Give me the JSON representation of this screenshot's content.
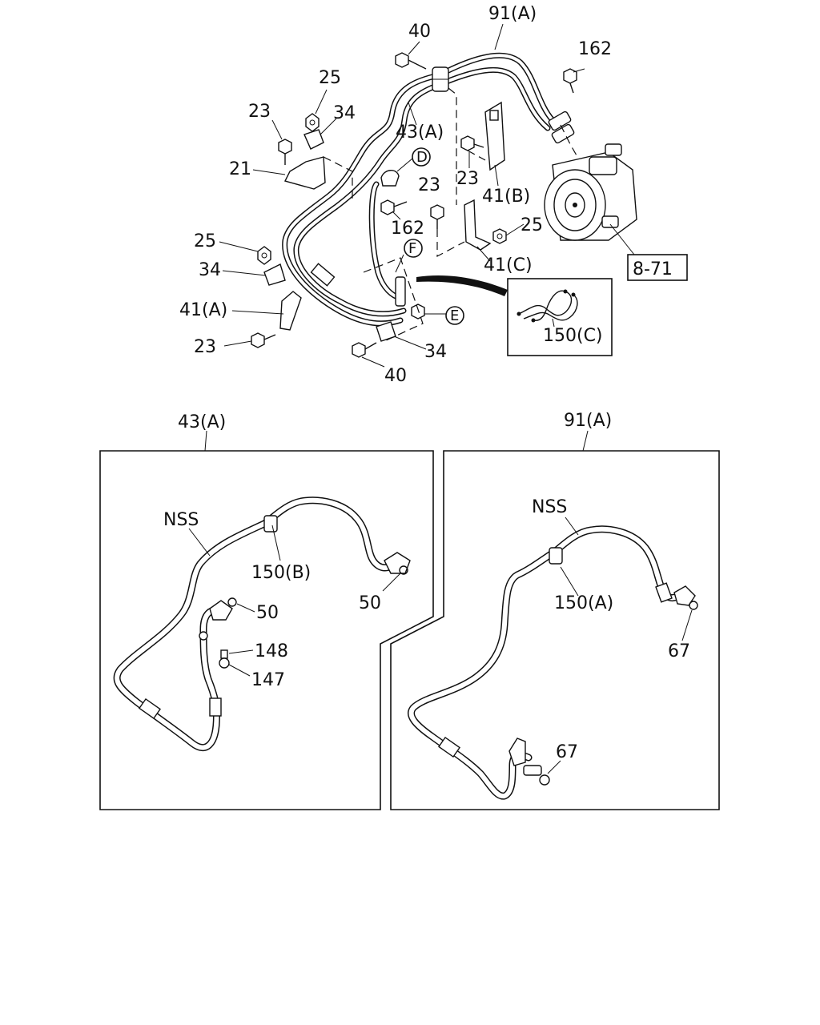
{
  "top_callouts": {
    "c91a": "91(A)",
    "c162_top": "162",
    "c40_top": "40",
    "c25_top": "25",
    "c34_top": "34",
    "c23_top": "23",
    "c43a": "43(A)",
    "c21": "21",
    "cD": "D",
    "c23_mid": "23",
    "c41b": "41(B)",
    "c23_low": "23",
    "c162_mid": "162",
    "c25_right": "25",
    "c25_left": "25",
    "cF": "F",
    "c41c": "41(C)",
    "c34_left": "34",
    "c41a": "41(A)",
    "cE": "E",
    "c23_bottom": "23",
    "c34_bottom": "34",
    "c40_bottom": "40",
    "ref_box": "8-71",
    "inset_label": "150(C)"
  },
  "left_panel": {
    "title": "43(A)",
    "nss": "NSS",
    "c150b": "150(B)",
    "c50_right": "50",
    "c50_mid": "50",
    "c148": "148",
    "c147": "147"
  },
  "right_panel": {
    "title": "91(A)",
    "nss": "NSS",
    "c150a": "150(A)",
    "c67_top": "67",
    "c67_bottom": "67"
  }
}
